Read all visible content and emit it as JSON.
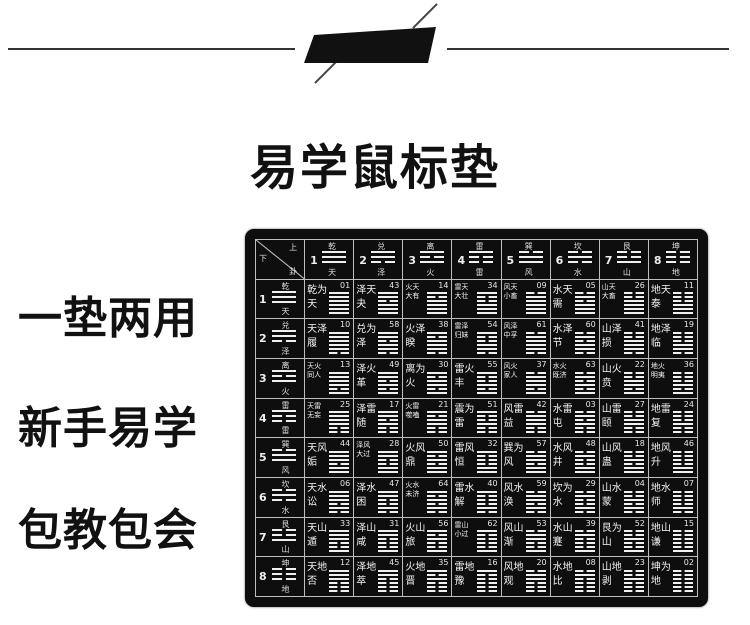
{
  "title": "易学鼠标垫",
  "slogans": [
    "一垫两用",
    "新手易学",
    "包教包会"
  ],
  "corner": {
    "up": "上",
    "down": "下",
    "gua": "卦"
  },
  "trigrams": [
    {
      "num": "1",
      "symbol": "乾",
      "nature": "天",
      "bits": [
        1,
        1,
        1
      ]
    },
    {
      "num": "2",
      "symbol": "兑",
      "nature": "泽",
      "bits": [
        1,
        1,
        0
      ]
    },
    {
      "num": "3",
      "symbol": "离",
      "nature": "火",
      "bits": [
        1,
        0,
        1
      ]
    },
    {
      "num": "4",
      "symbol": "雷",
      "nature": "雷",
      "bits": [
        1,
        0,
        0
      ]
    },
    {
      "num": "5",
      "symbol": "巽",
      "nature": "风",
      "bits": [
        0,
        1,
        1
      ]
    },
    {
      "num": "6",
      "symbol": "坎",
      "nature": "水",
      "bits": [
        0,
        1,
        0
      ]
    },
    {
      "num": "7",
      "symbol": "艮",
      "nature": "山",
      "bits": [
        0,
        0,
        1
      ]
    },
    {
      "num": "8",
      "symbol": "坤",
      "nature": "地",
      "bits": [
        0,
        0,
        0
      ]
    }
  ],
  "rows": [
    [
      {
        "name": "乾为天",
        "no": "01"
      },
      {
        "name": "泽天夬",
        "no": "43"
      },
      {
        "name": "火天大有",
        "no": "14"
      },
      {
        "name": "雷天大壮",
        "no": "34"
      },
      {
        "name": "风天小畜",
        "no": "09"
      },
      {
        "name": "水天需",
        "no": "05"
      },
      {
        "name": "山天大畜",
        "no": "26"
      },
      {
        "name": "地天泰",
        "no": "11"
      }
    ],
    [
      {
        "name": "天泽履",
        "no": "10"
      },
      {
        "name": "兑为泽",
        "no": "58"
      },
      {
        "name": "火泽睽",
        "no": "38"
      },
      {
        "name": "雷泽归妹",
        "no": "54"
      },
      {
        "name": "风泽中孚",
        "no": "61"
      },
      {
        "name": "水泽节",
        "no": "60"
      },
      {
        "name": "山泽损",
        "no": "41"
      },
      {
        "name": "地泽临",
        "no": "19"
      }
    ],
    [
      {
        "name": "天火同人",
        "no": "13"
      },
      {
        "name": "泽火革",
        "no": "49"
      },
      {
        "name": "离为火",
        "no": "30"
      },
      {
        "name": "雷火丰",
        "no": "55"
      },
      {
        "name": "风火家人",
        "no": "37"
      },
      {
        "name": "水火既济",
        "no": "63"
      },
      {
        "name": "山火贲",
        "no": "22"
      },
      {
        "name": "地火明夷",
        "no": "36"
      }
    ],
    [
      {
        "name": "天雷无妄",
        "no": "25"
      },
      {
        "name": "泽雷随",
        "no": "17"
      },
      {
        "name": "火雷噬嗑",
        "no": "21"
      },
      {
        "name": "震为雷",
        "no": "51"
      },
      {
        "name": "风雷益",
        "no": "42"
      },
      {
        "name": "水雷屯",
        "no": "03"
      },
      {
        "name": "山雷颐",
        "no": "27"
      },
      {
        "name": "地雷复",
        "no": "24"
      }
    ],
    [
      {
        "name": "天风姤",
        "no": "44"
      },
      {
        "name": "泽风大过",
        "no": "28"
      },
      {
        "name": "火风鼎",
        "no": "50"
      },
      {
        "name": "雷风恒",
        "no": "32"
      },
      {
        "name": "巽为风",
        "no": "57"
      },
      {
        "name": "水风井",
        "no": "48"
      },
      {
        "name": "山风蛊",
        "no": "18"
      },
      {
        "name": "地风升",
        "no": "46"
      }
    ],
    [
      {
        "name": "天水讼",
        "no": "06"
      },
      {
        "name": "泽水困",
        "no": "47"
      },
      {
        "name": "火水未济",
        "no": "64"
      },
      {
        "name": "雷水解",
        "no": "40"
      },
      {
        "name": "风水涣",
        "no": "59"
      },
      {
        "name": "坎为水",
        "no": "29"
      },
      {
        "name": "山水蒙",
        "no": "04"
      },
      {
        "name": "地水师",
        "no": "07"
      }
    ],
    [
      {
        "name": "天山遁",
        "no": "33"
      },
      {
        "name": "泽山咸",
        "no": "31"
      },
      {
        "name": "火山旅",
        "no": "56"
      },
      {
        "name": "雷山小过",
        "no": "62"
      },
      {
        "name": "风山渐",
        "no": "53"
      },
      {
        "name": "水山蹇",
        "no": "39"
      },
      {
        "name": "艮为山",
        "no": "52"
      },
      {
        "name": "地山谦",
        "no": "15"
      }
    ],
    [
      {
        "name": "天地否",
        "no": "12"
      },
      {
        "name": "泽地萃",
        "no": "45"
      },
      {
        "name": "火地晋",
        "no": "35"
      },
      {
        "name": "雷地豫",
        "no": "16"
      },
      {
        "name": "风地观",
        "no": "20"
      },
      {
        "name": "水地比",
        "no": "08"
      },
      {
        "name": "山地剥",
        "no": "23"
      },
      {
        "name": "坤为地",
        "no": "02"
      }
    ]
  ]
}
